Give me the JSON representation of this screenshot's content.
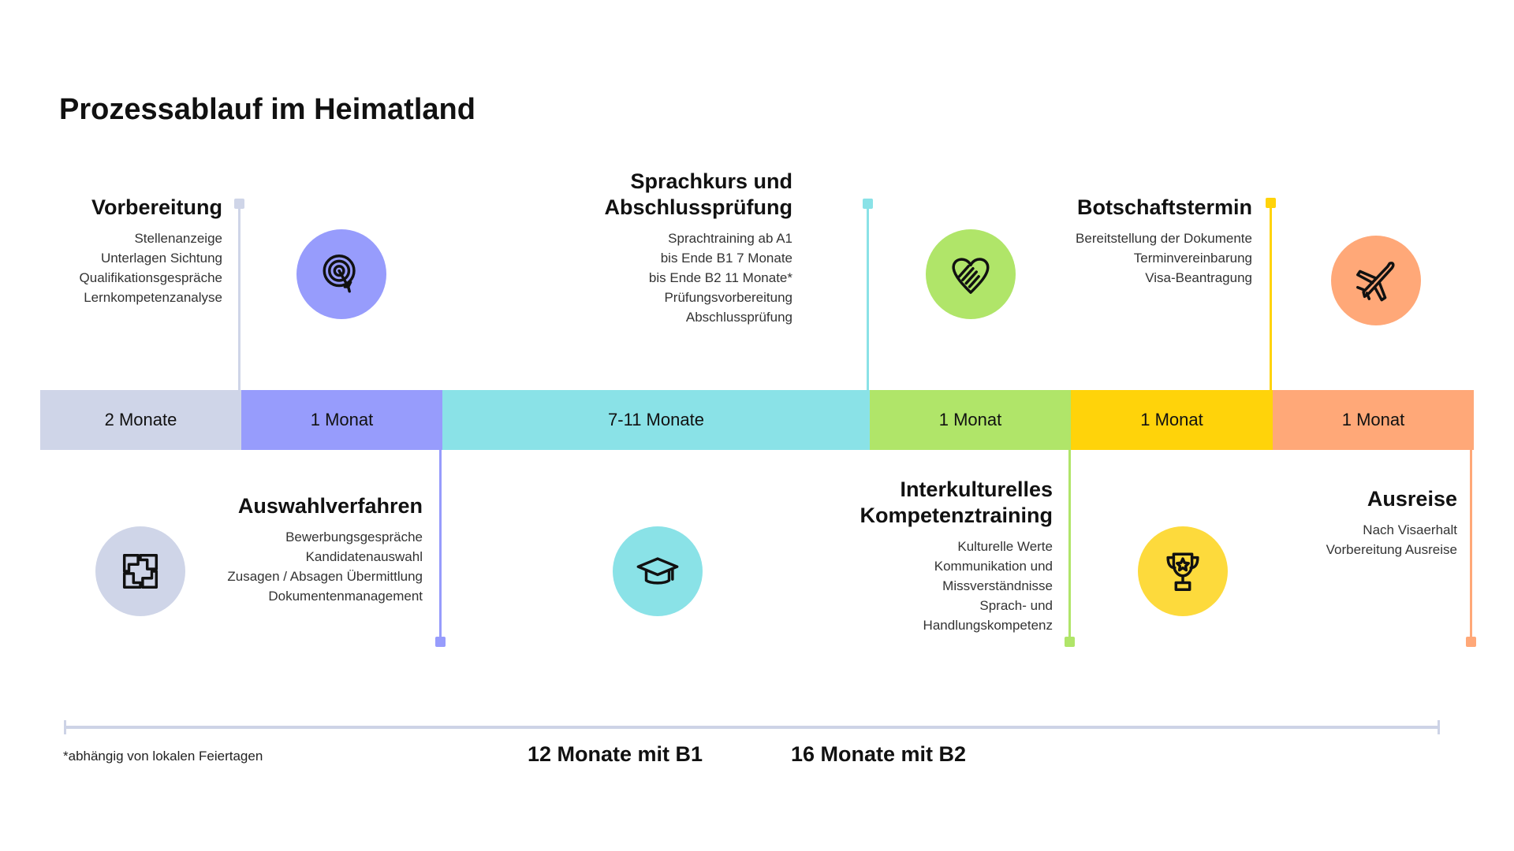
{
  "title": "Prozessablauf im Heimatland",
  "colors": {
    "vorbereitung": "#cfd5e8",
    "auswahl": "#979cfc",
    "sprachkurs": "#8ae2e7",
    "interkulturell": "#b0e569",
    "botschaft": "#ffd30a",
    "ausreise": "#ffa878"
  },
  "segments": [
    {
      "label": "2 Monate"
    },
    {
      "label": "1 Monat"
    },
    {
      "label": "7-11 Monate"
    },
    {
      "label": "1 Monat"
    },
    {
      "label": "1 Monat"
    },
    {
      "label": "1 Monat"
    }
  ],
  "steps": {
    "vorbereitung": {
      "title": "Vorbereitung",
      "items": [
        "Stellenanzeige",
        "Unterlagen Sichtung",
        "Qualifikationsgespräche",
        "Lernkompetenzanalyse"
      ],
      "icon": "target-icon"
    },
    "auswahl": {
      "title": "Auswahlverfahren",
      "items": [
        "Bewerbungsgespräche",
        "Kandidatenauswahl",
        "Zusagen / Absagen Übermittlung",
        "Dokumentenmanagement"
      ],
      "icon": "teamwork-hands-icon"
    },
    "sprachkurs": {
      "title_lines": [
        "Sprachkurs und",
        "Abschlussprüfung"
      ],
      "items": [
        "Sprachtraining ab A1",
        "bis Ende B1 7 Monate",
        "bis Ende B2 11 Monate*",
        "Prüfungsvorbereitung",
        "Abschlussprüfung"
      ],
      "icon": "graduation-cap-icon"
    },
    "interkulturell": {
      "title_lines": [
        "Interkulturelles",
        "Kompetenztraining"
      ],
      "items": [
        "Kulturelle Werte",
        "Kommunikation und",
        "Missverständnisse",
        "Sprach- und",
        "Handlungskompetenz"
      ],
      "icon": "heart-hand-icon"
    },
    "botschaft": {
      "title": "Botschaftstermin",
      "items": [
        "Bereitstellung der Dokumente",
        "Terminvereinbarung",
        "Visa-Beantragung"
      ],
      "icon": "trophy-icon"
    },
    "ausreise": {
      "title": "Ausreise",
      "items": [
        "Nach Visaerhalt",
        "Vorbereitung Ausreise"
      ],
      "icon": "airplane-icon"
    }
  },
  "footer": {
    "note": "*abhängig von lokalen Feiertagen",
    "total_b1": "12 Monate mit B1",
    "total_b2": "16 Monate mit B2"
  }
}
